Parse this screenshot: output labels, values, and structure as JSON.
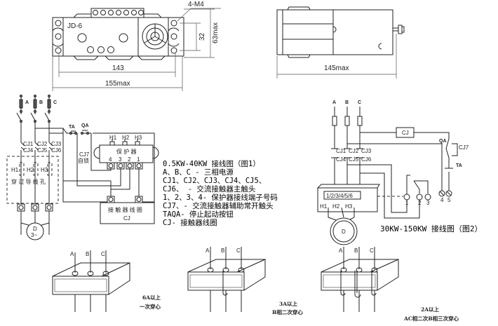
{
  "top_drawing": {
    "model": "JD-6",
    "mount_holes": "4-M4",
    "dim_hole_spacing": "32",
    "dim_height": "63max",
    "dim_hole_distance": "143",
    "dim_width": "155max",
    "side_dim_length": "145max"
  },
  "fig1": {
    "phases": [
      "A",
      "B",
      "C"
    ],
    "contacts_top": [
      "CJ1",
      "CJ2",
      "CJ3"
    ],
    "contacts_bottom": [
      "CJ4",
      "CJ5",
      "CJ6"
    ],
    "holes": [
      "H1",
      "H2",
      "H3"
    ],
    "hole_label": "穿 过 导 线 孔",
    "ta": "TA",
    "qa": "QA",
    "cj7": "CJ7",
    "self_lock": "自锁",
    "protector": "保 护 器",
    "protector_h": [
      "H1",
      "H2",
      "H3"
    ],
    "terminals": [
      "4",
      "3",
      "2",
      "1"
    ],
    "coil_label": "接 触 器 线 圈",
    "coil_name": "CJ",
    "motor": "D",
    "motor_sub": "3~"
  },
  "legend": [
    "0.5KW-40KW 接线图（图1）",
    "A、B、C  - 三相电源",
    "CJ1、CJ2、CJ3、CJ4、CJ5、",
    "CJ6、  - 交流接触器主触头",
    "1、2、3、4- 保护器接线端子号码",
    "CJ7、- 交流接触器辅助常开触头",
    "TAQA- 停止起动按钮",
    "CJ- 接触器线圈"
  ],
  "fig2": {
    "phases": [
      "A",
      "B",
      "C"
    ],
    "coil": "CJ",
    "contacts_top": [
      "CJ1",
      "CJ2",
      "CJ3"
    ],
    "contacts_bottom": [
      "CJ4",
      "CJ5",
      "CJ6"
    ],
    "qa": "QA",
    "cj7": "CJ7",
    "ta": "TA",
    "block_terminals": "1/2/3/4/5/6",
    "holes": [
      "H1",
      "H2",
      "H3"
    ],
    "terminals": [
      "1",
      "2",
      "3",
      "4",
      "5"
    ],
    "motor": "D",
    "caption": "30KW-150KW 接线图（图2）"
  },
  "wiring_examples": [
    {
      "phases": [
        "A",
        "B",
        "C"
      ],
      "line1": "6A以上",
      "line2": "一次穿心"
    },
    {
      "phases": [
        "A",
        "B",
        "C"
      ],
      "line1": "3A以上",
      "line2": "B相二次穿心"
    },
    {
      "phases": [
        "A",
        "B",
        "C"
      ],
      "line1": "2A以上",
      "line2": "AC相二次B相三次穿心"
    }
  ]
}
